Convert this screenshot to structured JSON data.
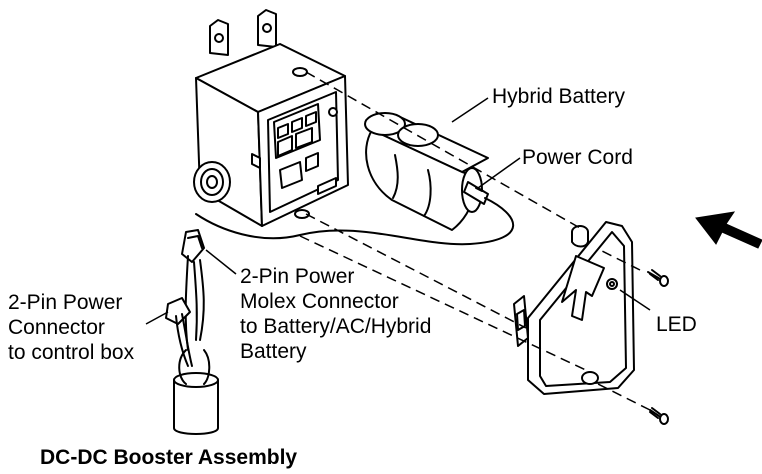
{
  "labels": {
    "hybrid_battery": "Hybrid Battery",
    "power_cord": "Power Cord",
    "led": "LED",
    "molex_connector": [
      "2-Pin Power",
      "Molex Connector",
      "to Battery/AC/Hybrid",
      "Battery"
    ],
    "control_box_connector": [
      "2-Pin Power",
      "Connector",
      "to control box"
    ]
  },
  "title": "DC-DC Booster Assembly",
  "colors": {
    "line": "#000000",
    "background": "#ffffff",
    "fill": "#ffffff"
  }
}
